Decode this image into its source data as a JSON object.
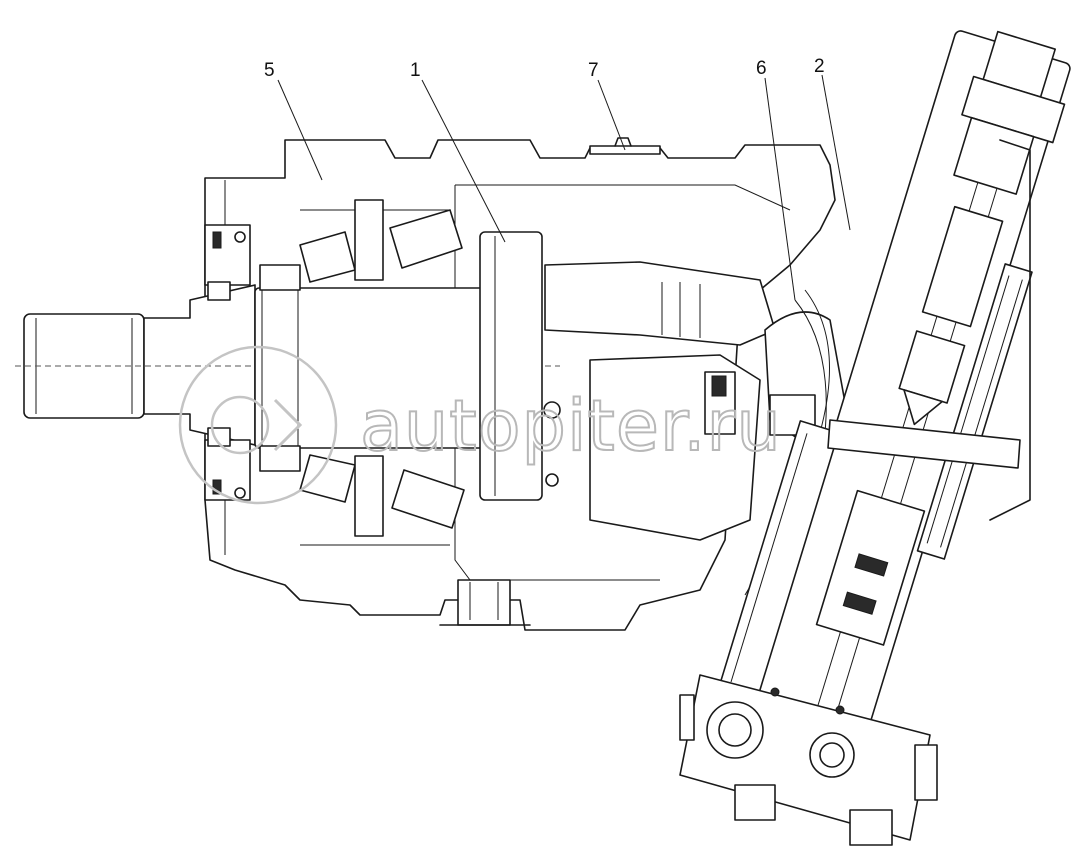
{
  "callouts": [
    {
      "id": "c1",
      "text": "1"
    },
    {
      "id": "c2",
      "text": "2"
    },
    {
      "id": "c5",
      "text": "5"
    },
    {
      "id": "c6",
      "text": "6"
    },
    {
      "id": "c7",
      "text": "7"
    }
  ],
  "watermark": {
    "text": "autopiter.ru",
    "logo_icon": "autopiter-logo-icon"
  }
}
